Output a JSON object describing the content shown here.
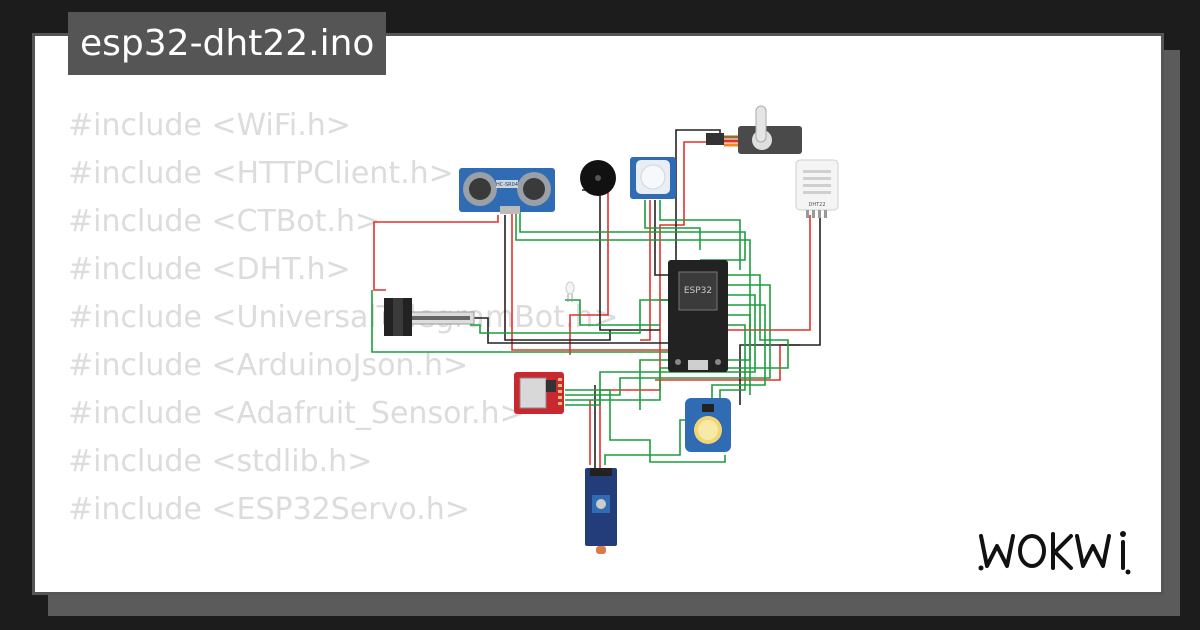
{
  "header": {
    "filename": "esp32-dht22.ino"
  },
  "code_lines": [
    "#include <WiFi.h>",
    "#include <HTTPClient.h>",
    "#include <CTBot.h>",
    "#include <DHT.h>",
    "#include <UniversalTelegramBot.h>",
    "#include <ArduinoJson.h>",
    "#include <Adafruit_Sensor.h>",
    "#include <stdlib.h>",
    "#include <ESP32Servo.h>"
  ],
  "components": {
    "mcu_label": "ESP32",
    "ultrasonic_label": "HC-SR04",
    "dht_label": "DHT22"
  },
  "brand": {
    "name": "WOKWI"
  },
  "colors": {
    "background": "#1c1c1c",
    "card": "#ffffff",
    "title_bar": "#555555",
    "code_text": "#dcdcdc",
    "wire_green": "#1b9e3c",
    "wire_red": "#e3302e",
    "wire_black": "#222222"
  }
}
